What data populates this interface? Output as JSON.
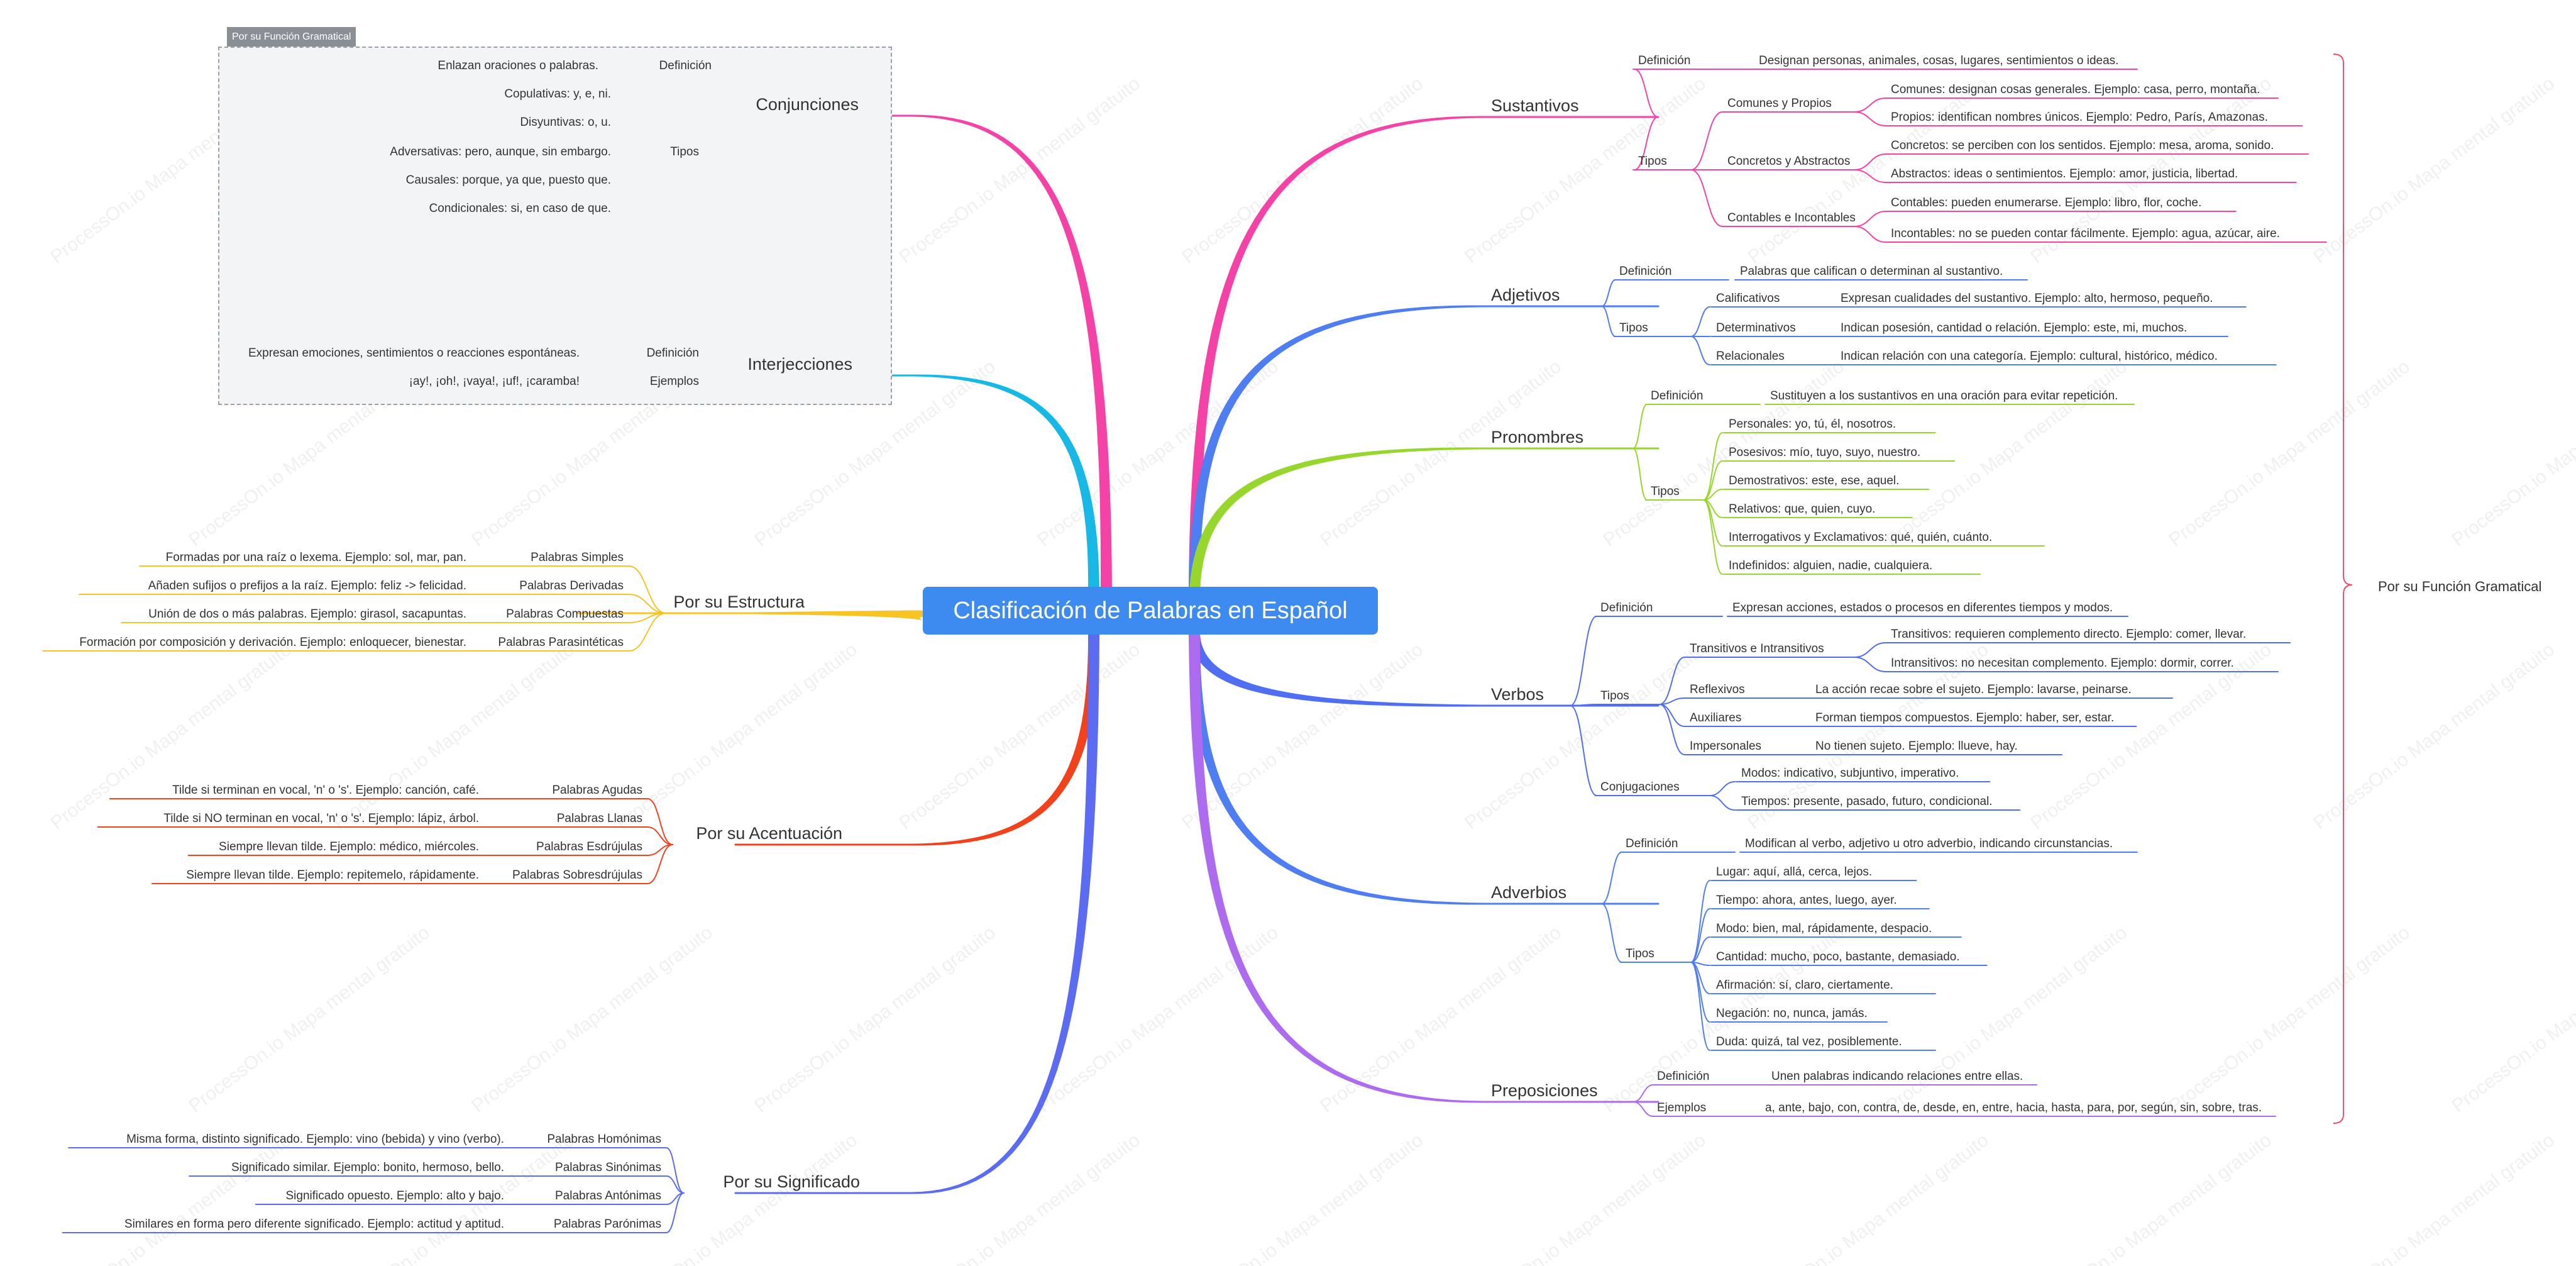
{
  "watermark": "ProcessOn.io Mapa mental gratuito",
  "root": "Clasificación de Palabras en Español",
  "boundary_label": "Por su Función Gramatical",
  "box_label": "Por su Función Gramatical",
  "colors": {
    "root": "#3d8bf0",
    "conjunciones": "#f542a7",
    "interjecciones": "#17b8e6",
    "estructura": "#f7c325",
    "acentuacion": "#f2421c",
    "significado": "#5b6cf2",
    "sustantivos": "#f542a7",
    "adjetivos": "#4f7df2",
    "pronombres": "#97d62c",
    "verbos": "#4f6ef2",
    "adverbios": "#4f7df2",
    "preposiciones": "#ad6cf0",
    "boundary": "#f24d66"
  },
  "left": {
    "conjunciones": {
      "label": "Conjunciones",
      "def_label": "Definición",
      "def_text": "Enlazan oraciones o palabras.",
      "tipos_label": "Tipos",
      "tipos": [
        "Copulativas: y, e, ni.",
        "Disyuntivas: o, u.",
        "Adversativas: pero, aunque, sin embargo.",
        "Causales: porque, ya que, puesto que.",
        "Condicionales: si, en caso de que."
      ]
    },
    "interjecciones": {
      "label": "Interjecciones",
      "def_label": "Definición",
      "def_text": "Expresan emociones, sentimientos o reacciones espontáneas.",
      "ej_label": "Ejemplos",
      "ej_text": "¡ay!, ¡oh!, ¡vaya!, ¡uf!, ¡caramba!"
    },
    "estructura": {
      "label": "Por su Estructura",
      "items": [
        {
          "label": "Palabras Simples",
          "text": "Formadas por una raíz o lexema. Ejemplo: sol, mar, pan."
        },
        {
          "label": "Palabras Derivadas",
          "text": "Añaden sufijos o prefijos a la raíz. Ejemplo: feliz -> felicidad."
        },
        {
          "label": "Palabras Compuestas",
          "text": "Unión de dos o más palabras. Ejemplo: girasol, sacapuntas."
        },
        {
          "label": "Palabras Parasintéticas",
          "text": "Formación por composición y derivación. Ejemplo: enloquecer, bienestar."
        }
      ]
    },
    "acentuacion": {
      "label": "Por su Acentuación",
      "items": [
        {
          "label": "Palabras Agudas",
          "text": "Tilde si terminan en vocal, 'n' o 's'. Ejemplo: canción, café."
        },
        {
          "label": "Palabras Llanas",
          "text": "Tilde si NO terminan en vocal, 'n' o 's'. Ejemplo: lápiz, árbol."
        },
        {
          "label": "Palabras Esdrújulas",
          "text": "Siempre llevan tilde. Ejemplo: médico, miércoles."
        },
        {
          "label": "Palabras Sobresdrújulas",
          "text": "Siempre llevan tilde. Ejemplo: repitemelo, rápidamente."
        }
      ]
    },
    "significado": {
      "label": "Por su Significado",
      "items": [
        {
          "label": "Palabras Homónimas",
          "text": "Misma forma, distinto significado. Ejemplo: vino (bebida) y vino (verbo)."
        },
        {
          "label": "Palabras Sinónimas",
          "text": "Significado similar. Ejemplo: bonito, hermoso, bello."
        },
        {
          "label": "Palabras Antónimas",
          "text": "Significado opuesto. Ejemplo: alto y bajo."
        },
        {
          "label": "Palabras Parónimas",
          "text": "Similares en forma pero diferente significado. Ejemplo: actitud y aptitud."
        }
      ]
    }
  },
  "right": {
    "sustantivos": {
      "label": "Sustantivos",
      "def_label": "Definición",
      "def_text": "Designan personas, animales, cosas, lugares, sentimientos o ideas.",
      "tipos_label": "Tipos",
      "groups": [
        {
          "label": "Comunes y Propios",
          "items": [
            "Comunes: designan cosas generales. Ejemplo: casa, perro, montaña.",
            "Propios: identifican nombres únicos. Ejemplo: Pedro, París, Amazonas."
          ]
        },
        {
          "label": "Concretos y Abstractos",
          "items": [
            "Concretos: se perciben con los sentidos. Ejemplo: mesa, aroma, sonido.",
            "Abstractos: ideas o sentimientos. Ejemplo: amor, justicia, libertad."
          ]
        },
        {
          "label": "Contables e Incontables",
          "items": [
            "Contables: pueden enumerarse. Ejemplo: libro, flor, coche.",
            "Incontables: no se pueden contar fácilmente. Ejemplo: agua, azúcar, aire."
          ]
        }
      ]
    },
    "adjetivos": {
      "label": "Adjetivos",
      "def_label": "Definición",
      "def_text": "Palabras que califican o determinan al sustantivo.",
      "tipos_label": "Tipos",
      "items": [
        {
          "label": "Calificativos",
          "text": "Expresan cualidades del sustantivo. Ejemplo: alto, hermoso, pequeño."
        },
        {
          "label": "Determinativos",
          "text": "Indican posesión, cantidad o relación. Ejemplo: este, mi, muchos."
        },
        {
          "label": "Relacionales",
          "text": "Indican relación con una categoría. Ejemplo: cultural, histórico, médico."
        }
      ]
    },
    "pronombres": {
      "label": "Pronombres",
      "def_label": "Definición",
      "def_text": "Sustituyen a los sustantivos en una oración para evitar repetición.",
      "tipos_label": "Tipos",
      "items": [
        "Personales: yo, tú, él, nosotros.",
        "Posesivos: mío, tuyo, suyo, nuestro.",
        "Demostrativos: este, ese, aquel.",
        "Relativos: que, quien, cuyo.",
        "Interrogativos y Exclamativos: qué, quién, cuánto.",
        "Indefinidos: alguien, nadie, cualquiera."
      ]
    },
    "verbos": {
      "label": "Verbos",
      "def_label": "Definición",
      "def_text": "Expresan acciones, estados o procesos en diferentes tiempos y modos.",
      "tipos_label": "Tipos",
      "trans_label": "Transitivos e Intransitivos",
      "trans_items": [
        "Transitivos: requieren complemento directo. Ejemplo: comer, llevar.",
        "Intransitivos: no necesitan complemento. Ejemplo: dormir, correr."
      ],
      "items": [
        {
          "label": "Reflexivos",
          "text": "La acción recae sobre el sujeto. Ejemplo: lavarse, peinarse."
        },
        {
          "label": "Auxiliares",
          "text": "Forman tiempos compuestos. Ejemplo: haber, ser, estar."
        },
        {
          "label": "Impersonales",
          "text": "No tienen sujeto. Ejemplo: llueve, hay."
        }
      ],
      "conj_label": "Conjugaciones",
      "conj_items": [
        "Modos: indicativo, subjuntivo, imperativo.",
        "Tiempos: presente, pasado, futuro, condicional."
      ]
    },
    "adverbios": {
      "label": "Adverbios",
      "def_label": "Definición",
      "def_text": "Modifican al verbo, adjetivo u otro adverbio, indicando circunstancias.",
      "tipos_label": "Tipos",
      "items": [
        "Lugar: aquí, allá, cerca, lejos.",
        "Tiempo: ahora, antes, luego, ayer.",
        "Modo: bien, mal, rápidamente, despacio.",
        "Cantidad: mucho, poco, bastante, demasiado.",
        "Afirmación: sí, claro, ciertamente.",
        "Negación: no, nunca, jamás.",
        "Duda: quizá, tal vez, posiblemente."
      ]
    },
    "preposiciones": {
      "label": "Preposiciones",
      "def_label": "Definición",
      "def_text": "Unen palabras indicando relaciones entre ellas.",
      "ej_label": "Ejemplos",
      "ej_text": "a, ante, bajo, con, contra, de, desde, en, entre, hacia, hasta, para, por, según, sin, sobre, tras."
    }
  }
}
